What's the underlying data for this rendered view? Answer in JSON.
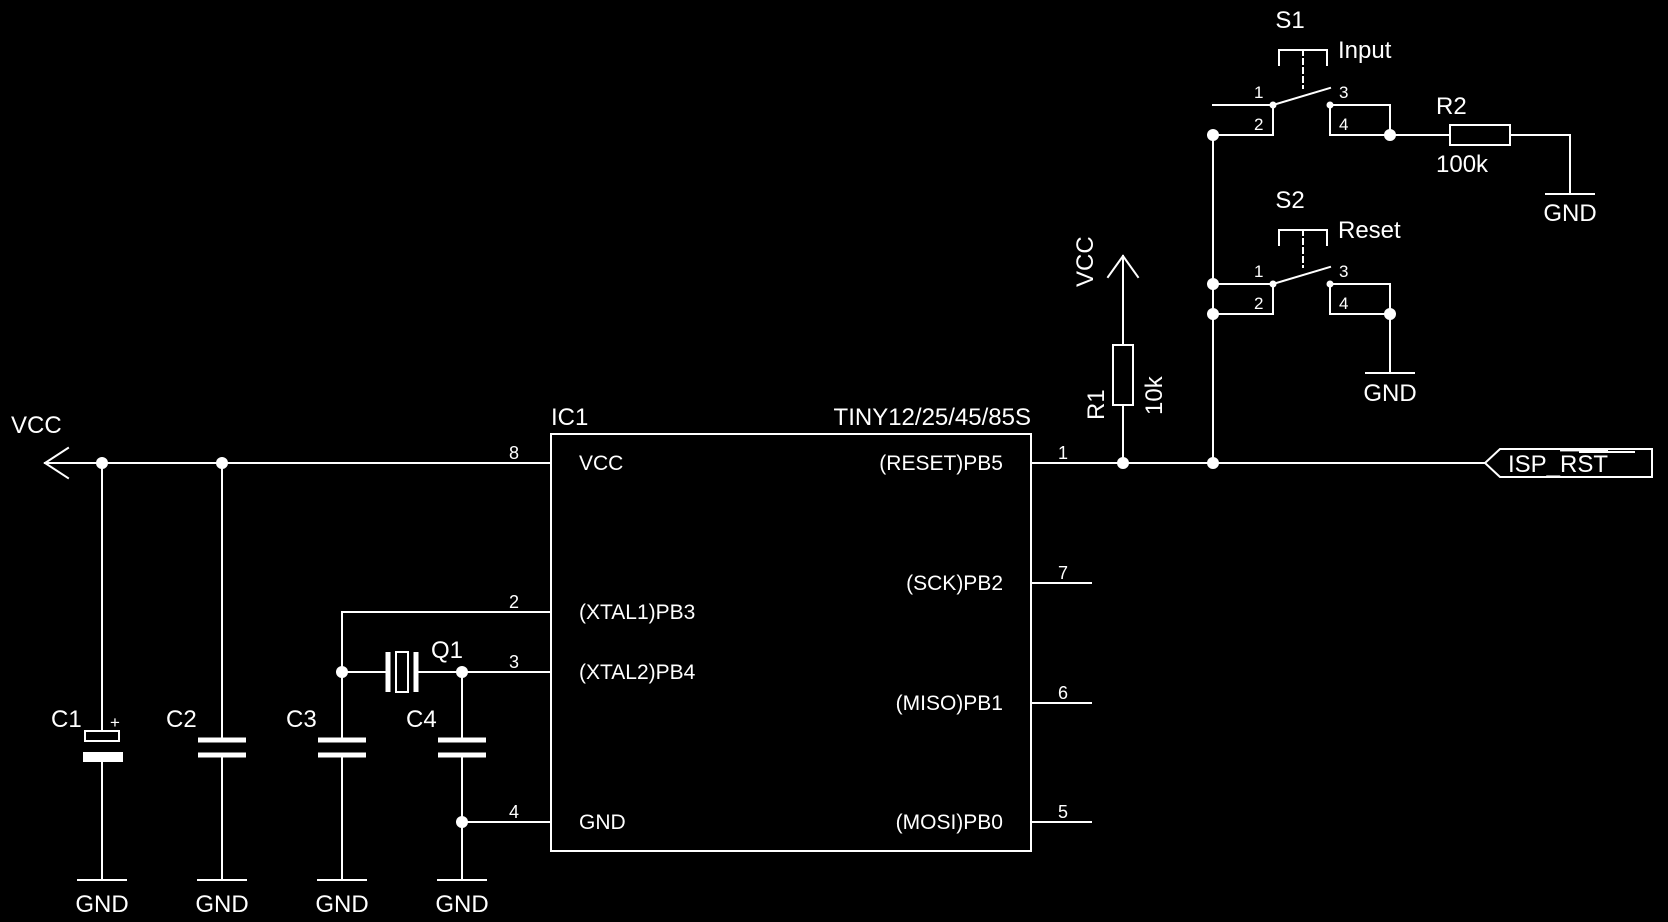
{
  "ic": {
    "name": "IC1",
    "value": "TINY12/25/45/85S",
    "pins_left": [
      {
        "num": "8",
        "label": "VCC"
      },
      {
        "num": "2",
        "label": "(XTAL1)PB3"
      },
      {
        "num": "3",
        "label": "(XTAL2)PB4"
      },
      {
        "num": "4",
        "label": "GND"
      }
    ],
    "pins_right": [
      {
        "num": "1",
        "label": "(RESET)PB5"
      },
      {
        "num": "7",
        "label": "(SCK)PB2"
      },
      {
        "num": "6",
        "label": "(MISO)PB1"
      },
      {
        "num": "5",
        "label": "(MOSI)PB0"
      }
    ]
  },
  "power": {
    "vcc_left": "VCC",
    "vcc_r1": "VCC",
    "gnd": "GND"
  },
  "capacitors": [
    {
      "name": "C1",
      "polarity": "+"
    },
    {
      "name": "C2"
    },
    {
      "name": "C3"
    },
    {
      "name": "C4"
    }
  ],
  "crystal": {
    "name": "Q1"
  },
  "resistors": [
    {
      "name": "R1",
      "value": "10k"
    },
    {
      "name": "R2",
      "value": "100k"
    }
  ],
  "switches": [
    {
      "name": "S1",
      "label": "Input",
      "pins": [
        "1",
        "2",
        "3",
        "4"
      ]
    },
    {
      "name": "S2",
      "label": "Reset",
      "pins": [
        "1",
        "2",
        "3",
        "4"
      ]
    }
  ],
  "net_label": {
    "prefix": "ISP_",
    "overlined": "RST"
  }
}
